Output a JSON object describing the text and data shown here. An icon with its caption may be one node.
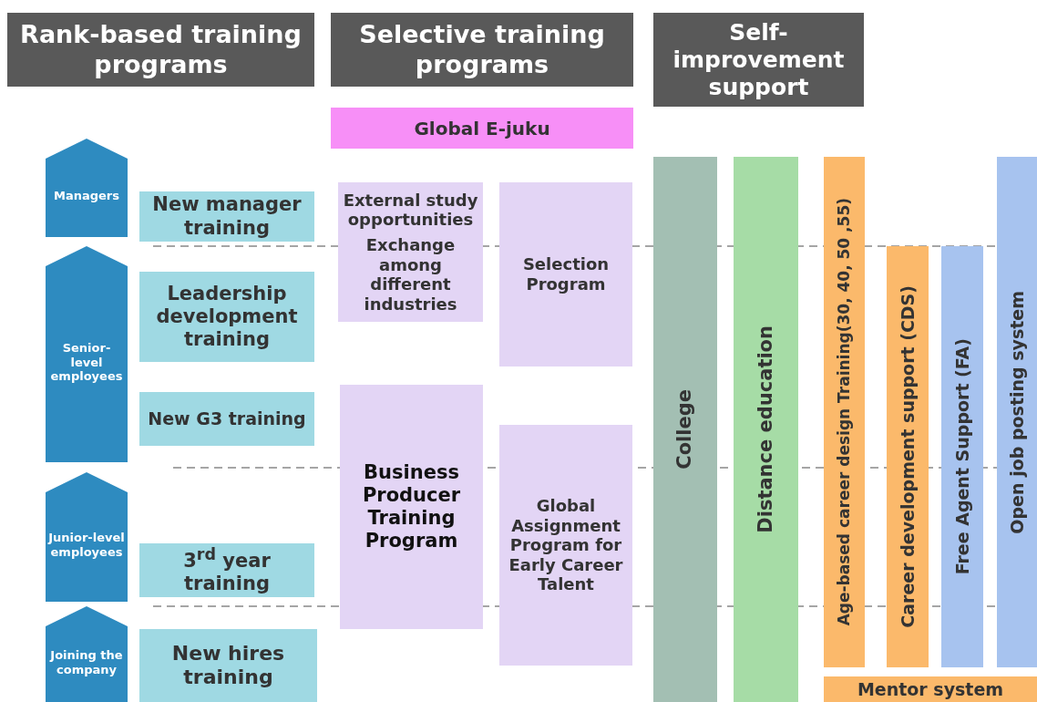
{
  "diagram": {
    "nodes": [
      {
        "text": [
          "Rank-based training programs"
        ]
      },
      {
        "text": [
          "Selective training programs"
        ]
      },
      {
        "text": [
          "Self-improvement support"
        ]
      },
      {
        "text": [
          "Global E-juku"
        ]
      },
      {
        "text": [
          "Managers"
        ]
      },
      {
        "text": [
          "New manager training"
        ]
      },
      {
        "text": [
          "External study opportunities",
          "Exchange among different industries"
        ]
      },
      {
        "text": [
          "Selection Program"
        ]
      },
      {
        "text": [
          "Senior-level employees"
        ]
      },
      {
        "text": [
          "Leadership development training"
        ]
      },
      {
        "text": [
          "New G3 training"
        ]
      },
      {
        "text": [
          "Business Producer Training Program"
        ]
      },
      {
        "text": [
          "Global Assignment Program for Early Career Talent"
        ]
      },
      {
        "text": [
          "College"
        ]
      },
      {
        "text": [
          "Distance education"
        ]
      },
      {
        "text": [
          "Age-based career design Training(30, 40, 50 ,55)"
        ]
      },
      {
        "text": [
          "Career development support (CDS)"
        ]
      },
      {
        "text": [
          "Free Agent Support (FA)"
        ]
      },
      {
        "text": [
          "Open job posting system"
        ]
      },
      {
        "text": [
          "Junior-level employees"
        ]
      },
      {
        "text": [
          "3$^{rd}$ year training"
        ]
      },
      {
        "text": [
          "Joining the company"
        ]
      },
      {
        "text": [
          "New hires training"
        ]
      },
      {
        "text": [
          "Mentor system"
        ]
      }
    ],
    "edges": []
  }
}
